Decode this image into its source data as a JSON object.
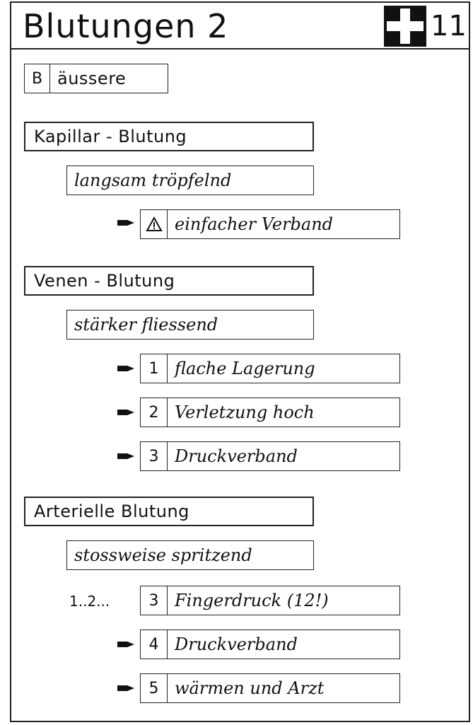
{
  "header": {
    "title": "Blutungen 2",
    "number": "11"
  },
  "section_b": {
    "letter": "B",
    "label": "äussere"
  },
  "kapillar": {
    "heading": "Kapillar - Blutung",
    "description": "langsam tröpfelnd",
    "steps": [
      {
        "marker": "warning-icon",
        "text": "einfacher Verband"
      }
    ]
  },
  "venen": {
    "heading": "Venen - Blutung",
    "description": "stärker fliessend",
    "steps": [
      {
        "marker": "1",
        "text": "flache Lagerung"
      },
      {
        "marker": "2",
        "text": "Verletzung hoch"
      },
      {
        "marker": "3",
        "text": "Druckverband"
      }
    ]
  },
  "arterielle": {
    "heading": "Arterielle Blutung",
    "description": "stossweise spritzend",
    "prefix": "1..2...",
    "steps": [
      {
        "marker": "3",
        "text": "Fingerdruck (12!)"
      },
      {
        "marker": "4",
        "text": "Druckverband"
      },
      {
        "marker": "5",
        "text": "wärmen und Arzt"
      }
    ]
  }
}
